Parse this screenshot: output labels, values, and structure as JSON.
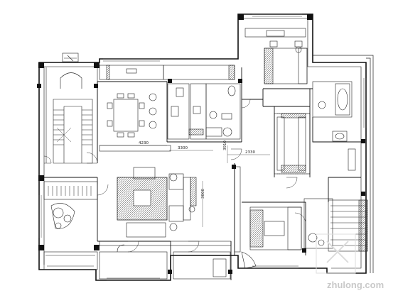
{
  "plan": {
    "dimensions": [
      "4230",
      "3300",
      "2330",
      "3910",
      "3000"
    ],
    "watermark": "zhulong.com"
  }
}
